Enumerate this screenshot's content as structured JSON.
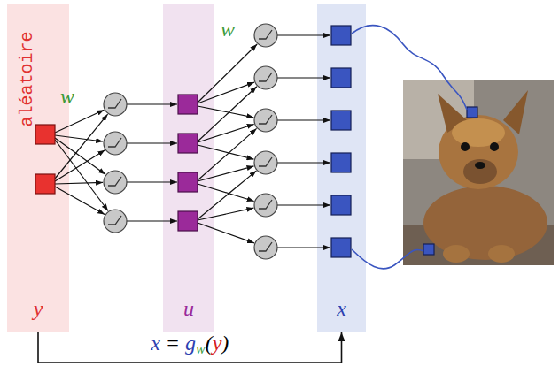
{
  "diagram": {
    "nodes": [
      {
        "text": [
          "aléatoire",
          "y"
        ]
      },
      {
        "text": [
          "u"
        ]
      },
      {
        "text": [
          "x"
        ]
      }
    ],
    "edges": [
      {
        "from": 0,
        "to": 2,
        "arrow": "to",
        "label": "x = gw(y)"
      }
    ],
    "labels": [
      "w",
      "w"
    ]
  }
}
